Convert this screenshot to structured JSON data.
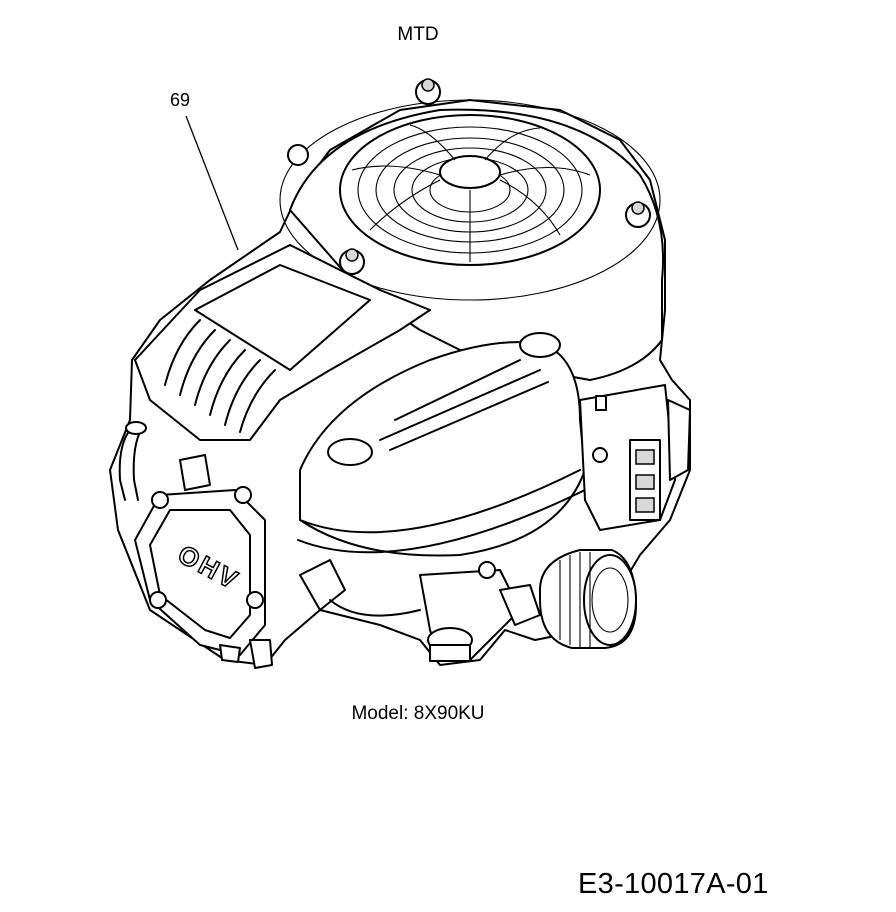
{
  "diagram": {
    "brand_label": "MTD",
    "callout_number": "69",
    "model_caption": "Model: 8X90KU",
    "document_id": "E3-10017A-01",
    "valve_cover_lettering": "OHV",
    "subject": "engine-illustration"
  }
}
